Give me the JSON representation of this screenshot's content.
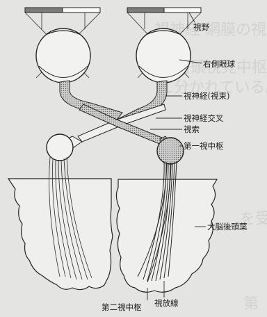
{
  "diagram": {
    "labels": {
      "visual_field": "視野",
      "right_eyeball": "右側眼球",
      "optic_nerve": "視神経(視束)",
      "optic_chiasm": "視神経交叉",
      "optic_tract": "視索",
      "primary_visual_center": "第一視中枢",
      "occipital_lobe": "大脳後頭葉",
      "secondary_visual_center": "第二視中枢",
      "optic_radiation": "視放線"
    },
    "background_text": [
      "視神経  網膜の視細胞",
      "、前頭視覚中枢、",
      "に分かれている。",
      "を受け",
      "第"
    ]
  }
}
